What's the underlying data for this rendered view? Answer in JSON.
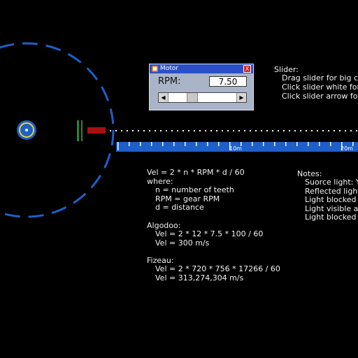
{
  "motor_window": {
    "title": "Motor",
    "close_label": "X",
    "rpm_label": "RPM:",
    "rpm_value": "7.50",
    "slider_left_arrow": "◀",
    "slider_right_arrow": "▶"
  },
  "ruler": {
    "label_10": "10m",
    "label_20": "20m"
  },
  "slider_help": {
    "heading": "Slider:",
    "line1": "Drag slider for big ch",
    "line2": "Click slider white for",
    "line3": "Click slider arrow for"
  },
  "formula": {
    "line1": "Vel = 2 * n * RPM * d / 60",
    "line2": "where:",
    "line3": "n = number of teeth",
    "line4": "RPM = gear RPM",
    "line5": "d = distance"
  },
  "algodoo": {
    "heading": "Algodoo:",
    "line1": "Vel = 2 * 12 * 7.5 * 100 / 60",
    "line2": "Vel = 300 m/s"
  },
  "fizeau": {
    "heading": "Fizeau:",
    "line1": "Vel = 2 * 720 * 756 * 17266 / 60",
    "line2": "Vel = 313,274,304 m/s"
  },
  "notes": {
    "heading": "Notes:",
    "line1": "Suorce light: Y",
    "line2": "Reflected light",
    "line3": "Light blocked a",
    "line4": "Light visible at",
    "line5": "Light blocked a"
  },
  "colors": {
    "wheel_blue": "#1e5fc8",
    "hub_yellow": "#e6d22a",
    "mirror_green": "#1f8a3a",
    "emitter_red": "#a81010",
    "ruler_blue": "#1e5fc8",
    "window_title": "#2a50c8"
  }
}
